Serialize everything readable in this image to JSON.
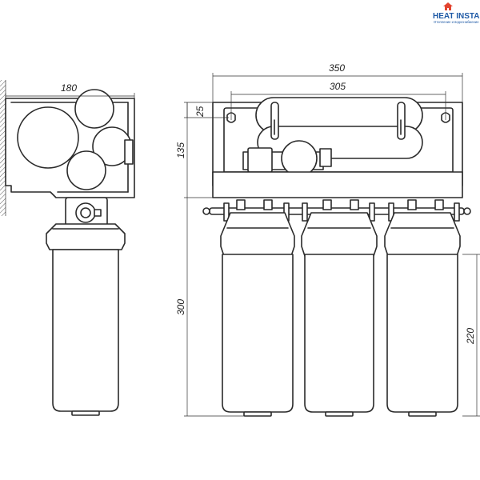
{
  "logo": {
    "name": "HEAT INSTALL",
    "tagline": "Отопление и водоснабжение",
    "brand_color": "#1f5aa6",
    "accent_color": "#e2442f"
  },
  "dimensions": {
    "side_width": "180",
    "overall_width": "350",
    "mount_spacing": "305",
    "mount_offset": "25",
    "bracket_height": "135",
    "filter_height": "300",
    "housing_height": "220"
  },
  "colors": {
    "line": "#2a2a2a",
    "background": "#ffffff"
  }
}
